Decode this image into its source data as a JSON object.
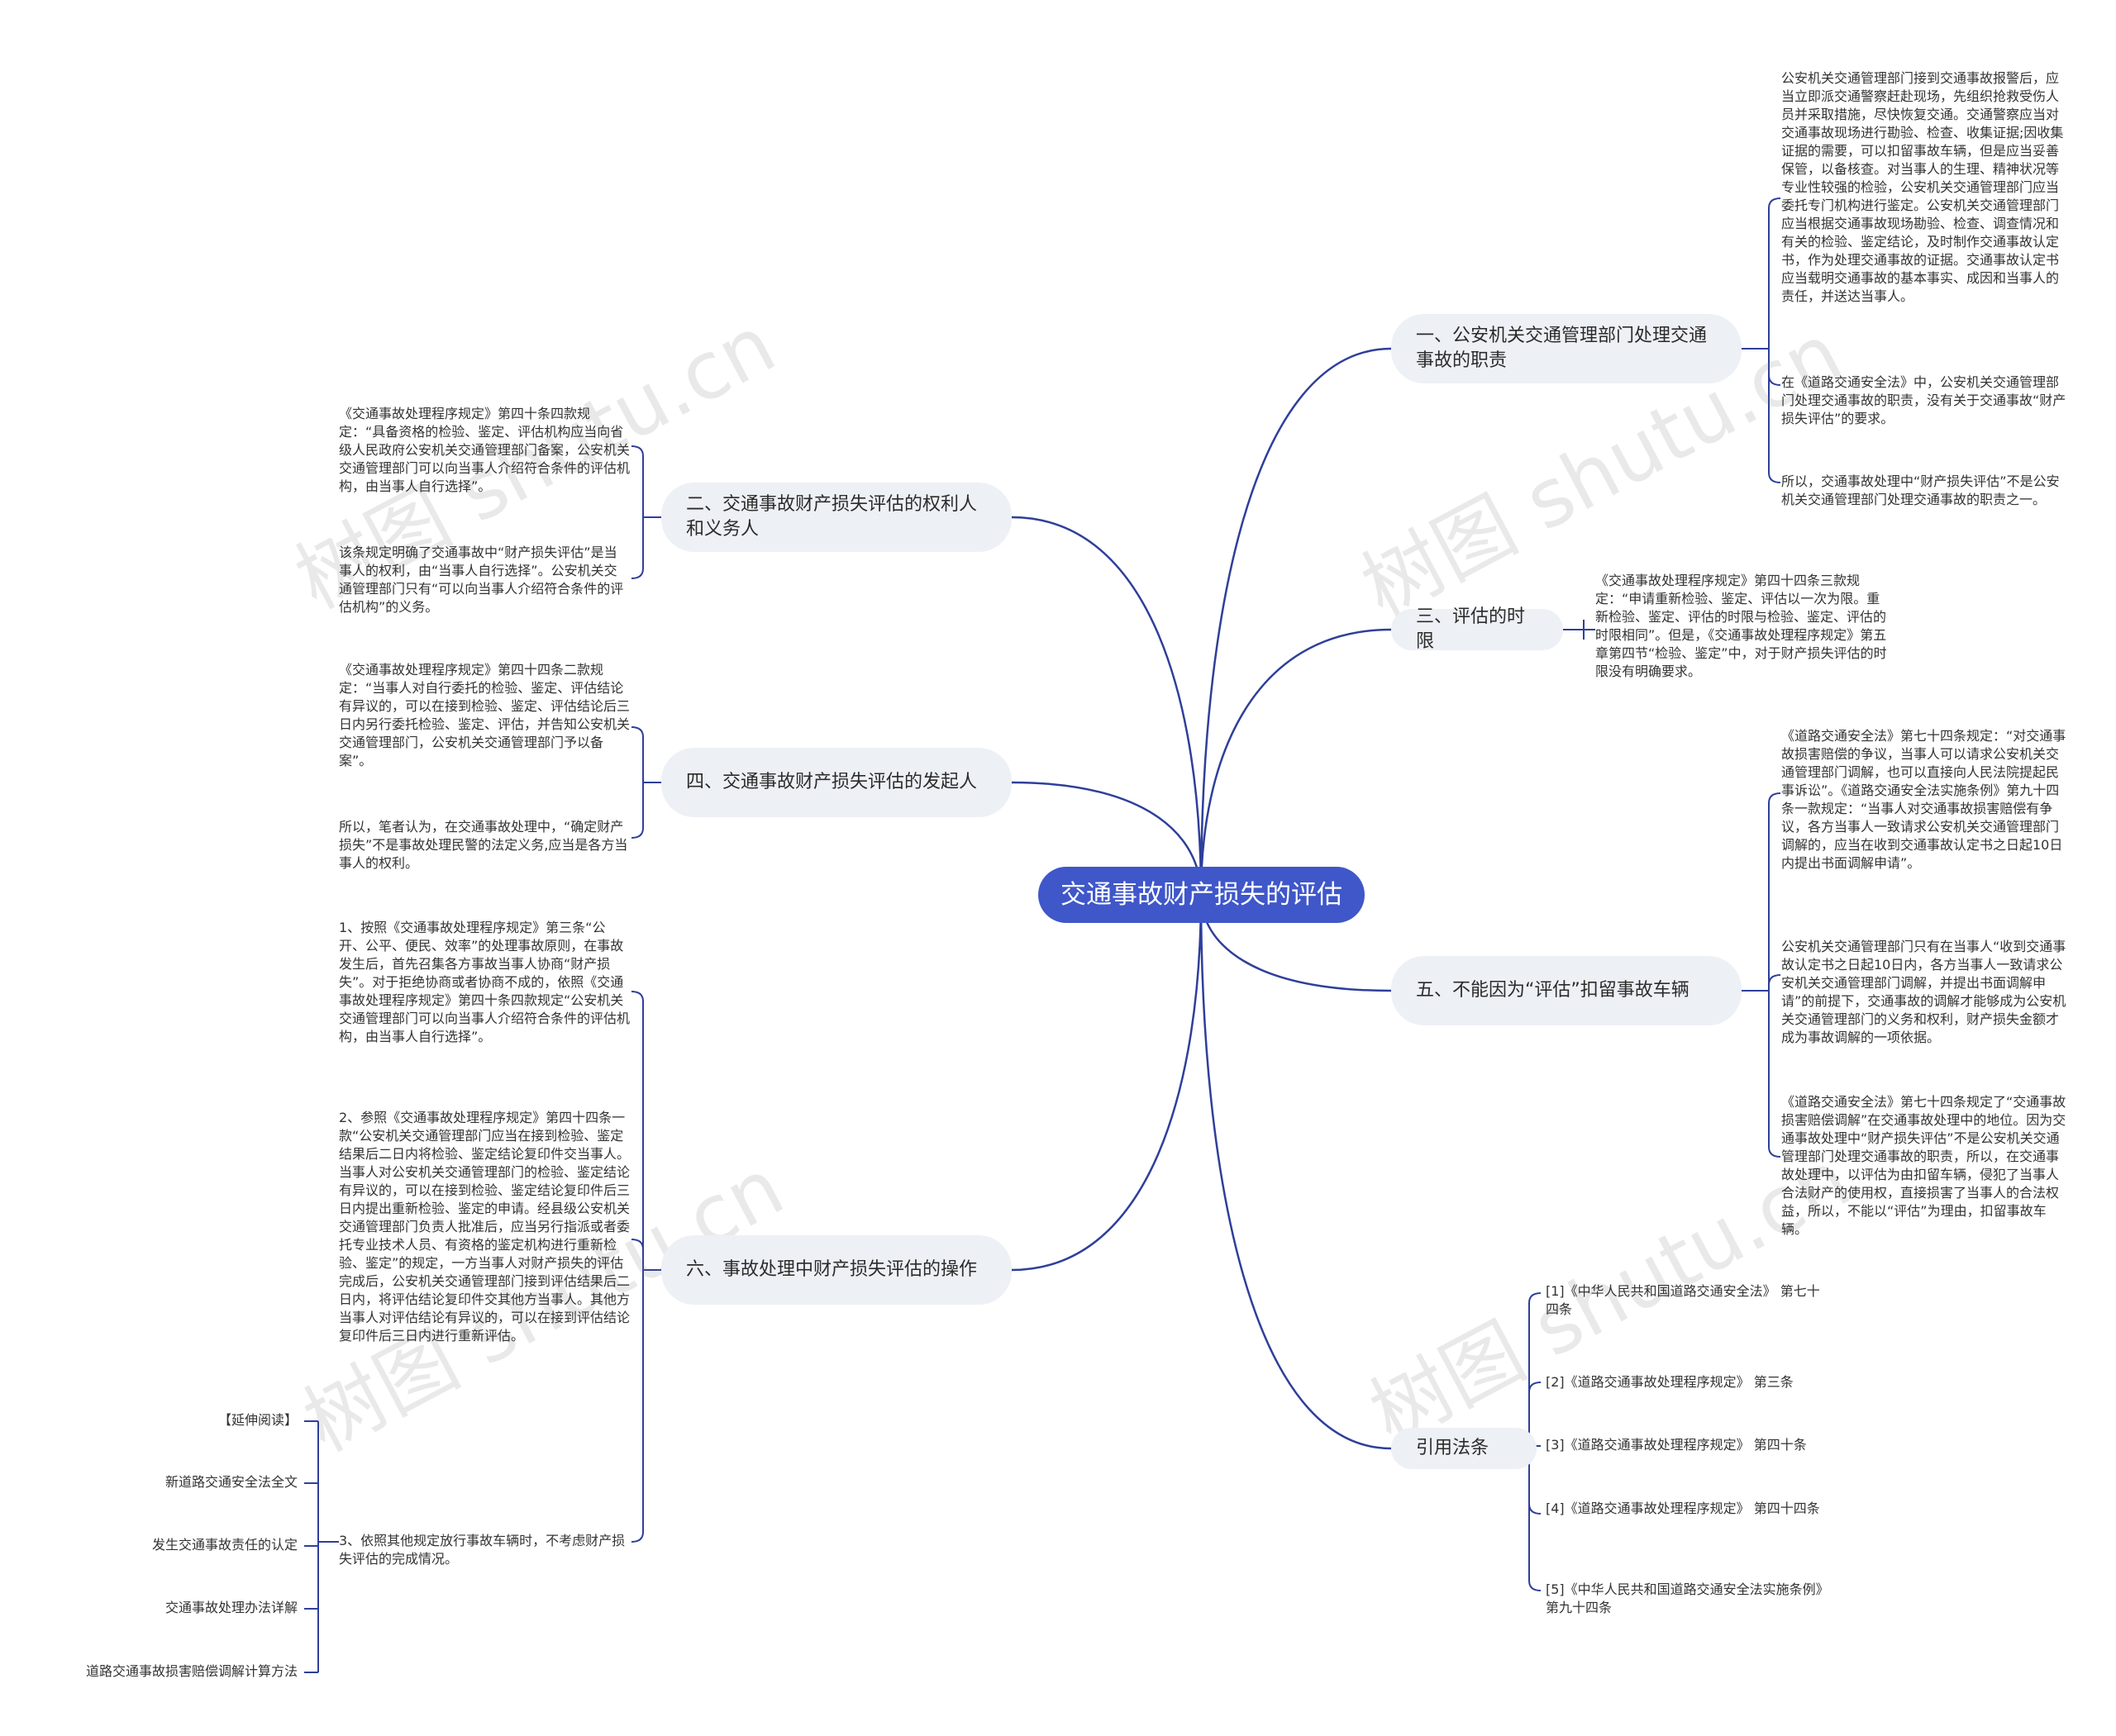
{
  "root": {
    "title": "交通事故财产损失的评估"
  },
  "branches": {
    "b1": {
      "label": "一、公安机关交通管理部门处理交通事故的职责",
      "items": [
        "公安机关交通管理部门接到交通事故报警后，应当立即派交通警察赶赴现场，先组织抢救受伤人员并采取措施，尽快恢复交通。交通警察应当对交通事故现场进行勘验、检查、收集证据;因收集证据的需要，可以扣留事故车辆，但是应当妥善保管，以备核查。对当事人的生理、精神状况等专业性较强的检验，公安机关交通管理部门应当委托专门机构进行鉴定。公安机关交通管理部门应当根据交通事故现场勘验、检查、调查情况和有关的检验、鉴定结论，及时制作交通事故认定书，作为处理交通事故的证据。交通事故认定书应当载明交通事故的基本事实、成因和当事人的责任，并送达当事人。",
        "在《道路交通安全法》中，公安机关交通管理部门处理交通事故的职责，没有关于交通事故“财产损失评估”的要求。",
        "所以，交通事故处理中“财产损失评估”不是公安机关交通管理部门处理交通事故的职责之一。"
      ]
    },
    "b2": {
      "label": "二、交通事故财产损失评估的权利人和义务人",
      "items": [
        "《交通事故处理程序规定》第四十条四款规定：“具备资格的检验、鉴定、评估机构应当向省级人民政府公安机关交通管理部门备案，公安机关交通管理部门可以向当事人介绍符合条件的评估机构，由当事人自行选择”。",
        "该条规定明确了交通事故中“财产损失评估”是当事人的权利，由“当事人自行选择”。公安机关交通管理部门只有“可以向当事人介绍符合条件的评估机构”的义务。"
      ]
    },
    "b3": {
      "label": "三、评估的时限",
      "items": [
        "《交通事故处理程序规定》第四十四条三款规定：“申请重新检验、鉴定、评估以一次为限。重新检验、鉴定、评估的时限与检验、鉴定、评估的时限相同”。但是，《交通事故处理程序规定》第五章第四节“检验、鉴定”中，对于财产损失评估的时限没有明确要求。"
      ]
    },
    "b4": {
      "label": "四、交通事故财产损失评估的发起人",
      "items": [
        "《交通事故处理程序规定》第四十四条二款规定：“当事人对自行委托的检验、鉴定、评估结论有异议的，可以在接到检验、鉴定、评估结论后三日内另行委托检验、鉴定、评估，并告知公安机关交通管理部门，公安机关交通管理部门予以备案”。",
        "所以，笔者认为，在交通事故处理中，“确定财产损失”不是事故处理民警的法定义务,应当是各方当事人的权利。"
      ]
    },
    "b5": {
      "label": "五、不能因为“评估”扣留事故车辆",
      "items": [
        "《道路交通安全法》第七十四条规定：“对交通事故损害赔偿的争议，当事人可以请求公安机关交通管理部门调解，也可以直接向人民法院提起民事诉讼”。《道路交通安全法实施条例》第九十四条一款规定：“当事人对交通事故损害赔偿有争议，各方当事人一致请求公安机关交通管理部门调解的，应当在收到交通事故认定书之日起10日内提出书面调解申请”。",
        "公安机关交通管理部门只有在当事人“收到交通事故认定书之日起10日内，各方当事人一致请求公安机关交通管理部门调解，并提出书面调解申请”的前提下，交通事故的调解才能够成为公安机关交通管理部门的义务和权利，财产损失金额才成为事故调解的一项依据。",
        "《道路交通安全法》第七十四条规定了“交通事故损害赔偿调解”在交通事故处理中的地位。因为交通事故处理中“财产损失评估”不是公安机关交通管理部门处理交通事故的职责，所以，在交通事故处理中，以评估为由扣留车辆，侵犯了当事人合法财产的使用权，直接损害了当事人的合法权益，所以，不能以“评估”为理由，扣留事故车辆。"
      ]
    },
    "b6": {
      "label": "六、事故处理中财产损失评估的操作",
      "items": [
        "1、按照《交通事故处理程序规定》第三条“公开、公平、便民、效率”的处理事故原则，在事故发生后，首先召集各方事故当事人协商“财产损失”。对于拒绝协商或者协商不成的，依照《交通事故处理程序规定》第四十条四款规定“公安机关交通管理部门可以向当事人介绍符合条件的评估机构，由当事人自行选择”。",
        "2、参照《交通事故处理程序规定》第四十四条一款“公安机关交通管理部门应当在接到检验、鉴定结果后二日内将检验、鉴定结论复印件交当事人。当事人对公安机关交通管理部门的检验、鉴定结论有异议的，可以在接到检验、鉴定结论复印件后三日内提出重新检验、鉴定的申请。经县级公安机关交通管理部门负责人批准后，应当另行指派或者委托专业技术人员、有资格的鉴定机构进行重新检验、鉴定”的规定，一方当事人对财产损失的评估完成后，公安机关交通管理部门接到评估结果后二日内，将评估结论复印件交其他方当事人。其他方当事人对评估结论有异议的，可以在接到评估结论复印件后三日内进行重新评估。",
        "3、依照其他规定放行事故车辆时，不考虑财产损失评估的完成情况。"
      ],
      "extended": {
        "items": [
          "【延伸阅读】",
          "新道路交通安全法全文",
          "发生交通事故责任的认定",
          "交通事故处理办法详解",
          "道路交通事故损害赔偿调解计算方法"
        ]
      }
    },
    "b7": {
      "label": "引用法条",
      "items": [
        "[1]《中华人民共和国道路交通安全法》 第七十四条",
        "[2]《道路交通事故处理程序规定》 第三条",
        "[3]《道路交通事故处理程序规定》 第四十条",
        "[4]《道路交通事故处理程序规定》 第四十四条",
        "[5]《中华人民共和国道路交通安全法实施条例》 第九十四条"
      ]
    }
  },
  "watermark": {
    "text": "树图 shutu.cn"
  },
  "colors": {
    "link": "#2e3f9a",
    "root": "#3f57c9",
    "branch_bg": "#edf0f5"
  }
}
